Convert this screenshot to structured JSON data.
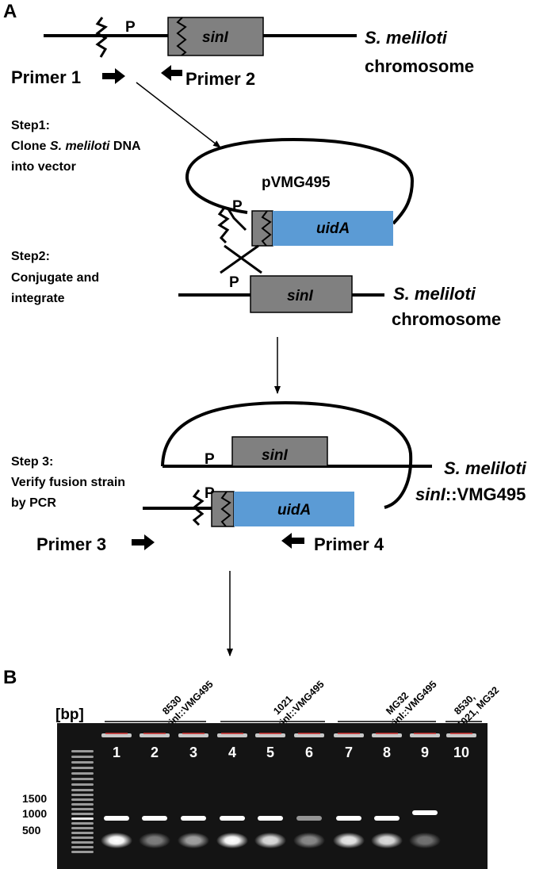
{
  "panel_a": {
    "label": "A",
    "top": {
      "promoter": "P",
      "gene": "sinI",
      "organism": "S. meliloti",
      "chromosome": "chromosome",
      "primer1": "Primer 1",
      "primer2": "Primer 2"
    },
    "step1": {
      "line1": "Step1:",
      "line2_a": "Clone ",
      "line2_b": "S. meliloti",
      "line2_c": " DNA",
      "line3": "into vector"
    },
    "plasmid": {
      "name": "pVMG495",
      "promoter": "P",
      "reporter": "uidA"
    },
    "step2": {
      "line1": "Step2:",
      "line2": "Conjugate and",
      "line3": "integrate"
    },
    "middle": {
      "promoter": "P",
      "gene": "sinI",
      "organism": "S. meliloti",
      "chromosome": "chromosome"
    },
    "step3": {
      "line1": "Step 3:",
      "line2": "Verify fusion strain",
      "line3": "by PCR"
    },
    "bottom": {
      "promoter_top": "P",
      "gene": "sinI",
      "promoter_bottom": "P",
      "reporter": "uidA",
      "organism": "S. meliloti",
      "fusion_gene": "sinI",
      "fusion_suffix": "::VMG495",
      "primer3": "Primer 3",
      "primer4": "Primer 4"
    }
  },
  "panel_b": {
    "label": "B",
    "bp_label": "[bp]",
    "ladder_labels": [
      "1500",
      "1000",
      "500"
    ],
    "groups": [
      {
        "line1": "8530",
        "line2": "sinI::VMG495"
      },
      {
        "line1": "1021",
        "line2": "sinI::VMG495"
      },
      {
        "line1": "MG32",
        "line2": "sinI::VMG495"
      },
      {
        "line1": "8530,",
        "line2": "1021, MG32"
      }
    ],
    "lanes": [
      "1",
      "2",
      "3",
      "4",
      "5",
      "6",
      "7",
      "8",
      "9",
      "10"
    ]
  },
  "colors": {
    "gene_box": "#808080",
    "reporter_box": "#5b9bd5",
    "gel_background": "#141414",
    "line": "#000000"
  }
}
